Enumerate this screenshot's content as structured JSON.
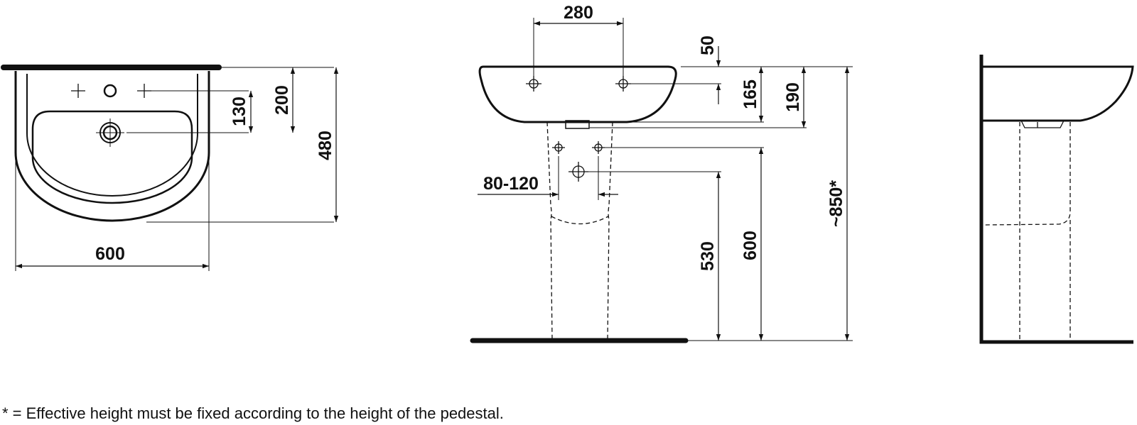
{
  "dimensions": {
    "width_600": "600",
    "depth_480": "480",
    "tap_to_back_200": "200",
    "tap_to_drain_130": "130",
    "tap_spacing_280": "280",
    "rim_50": "50",
    "height_165": "165",
    "height_190": "190",
    "pedestal_80_120": "80-120",
    "height_530": "530",
    "height_600": "600",
    "total_850": "~850*"
  },
  "footnote": "* = Effective height must be fixed according to the height of the pedestal.",
  "views": [
    "top-view",
    "front-view",
    "side-view"
  ]
}
